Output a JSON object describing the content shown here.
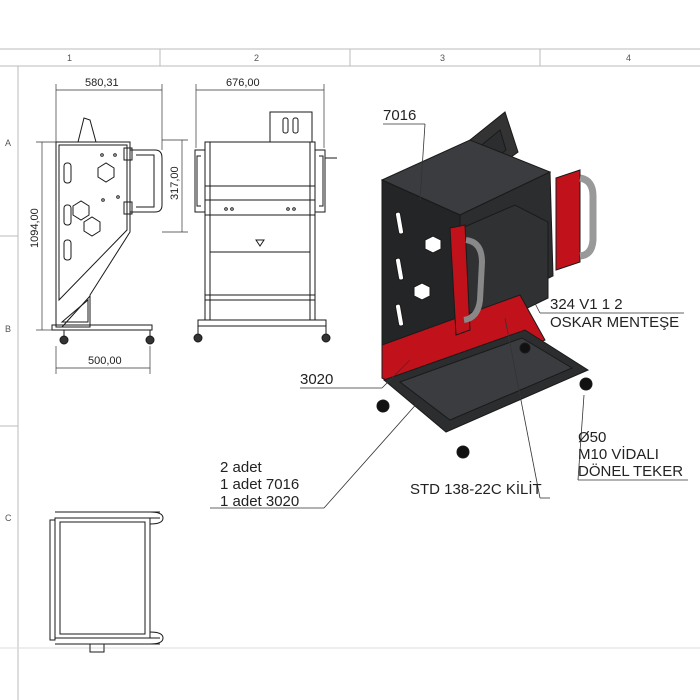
{
  "frame": {
    "columns": [
      "1",
      "2",
      "3",
      "4"
    ],
    "rows": [
      "A",
      "B",
      "C"
    ]
  },
  "dimensions": {
    "side_width": "580,31",
    "front_width": "676,00",
    "total_height": "1094,00",
    "handle_height": "317,00",
    "base_width": "500,00"
  },
  "callouts": {
    "color_7016": "7016",
    "color_3020": "3020",
    "hinge_line1": "324 V1 1 2",
    "hinge_line2": "OSKAR MENTEŞE",
    "wheel_line1": "Ø50",
    "wheel_line2": "M10 VİDALI",
    "wheel_line3": "DÖNEL TEKER",
    "lock": "STD 138-22C KİLİT",
    "qty_line1": "2 adet",
    "qty_line2": "1 adet 7016",
    "qty_line3": "1 adet 3020"
  },
  "colors": {
    "ral_7016": "#2b2d2f",
    "ral_3020": "#c1121c",
    "line": "#1a1a1a"
  }
}
